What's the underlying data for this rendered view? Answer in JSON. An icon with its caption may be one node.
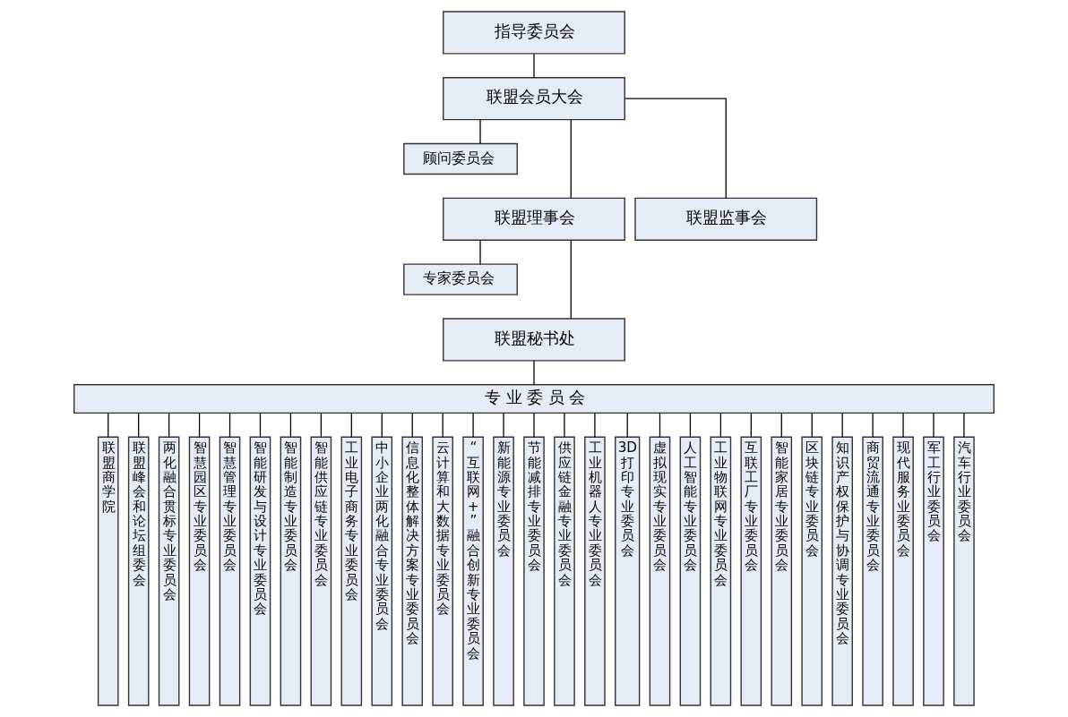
{
  "diagram": {
    "nodes": [
      {
        "text": [
          "指导委员会"
        ]
      },
      {
        "text": [
          "联盟会员大会"
        ]
      },
      {
        "text": [
          "顾问委员会"
        ]
      },
      {
        "text": [
          "联盟理事会"
        ]
      },
      {
        "text": [
          "联盟监事会"
        ]
      },
      {
        "text": [
          "专家委员会"
        ]
      },
      {
        "text": [
          "联盟秘书处"
        ]
      },
      {
        "text": [
          "专 业 委 员 会"
        ]
      },
      {
        "text": [
          "联盟商学院"
        ]
      },
      {
        "text": [
          "联盟峰会和论坛组委会"
        ]
      },
      {
        "text": [
          "两化融合贯标专业委员会"
        ]
      },
      {
        "text": [
          "智慧园区专业委员会"
        ]
      },
      {
        "text": [
          "智慧管理专业委员会"
        ]
      },
      {
        "text": [
          "智能研发与设计专业委员会"
        ]
      },
      {
        "text": [
          "智能制造专业委员会"
        ]
      },
      {
        "text": [
          "智能供应链专业委员会"
        ]
      },
      {
        "text": [
          "工业电子商务专业委员会"
        ]
      },
      {
        "text": [
          "中小企业两化融合专业委员会"
        ]
      },
      {
        "text": [
          "信息化整体解决方案专业委员会"
        ]
      },
      {
        "text": [
          "云计算和大数据专业委员会"
        ]
      },
      {
        "text": [
          "“互联网+”融合创新专业委员会"
        ]
      },
      {
        "text": [
          "新能源专业委员会"
        ]
      },
      {
        "text": [
          "节能减排专业委员会"
        ]
      },
      {
        "text": [
          "供应链金融专业委员会"
        ]
      },
      {
        "text": [
          "工业机器人专业委员会"
        ]
      },
      {
        "text": [
          "3D打印专业委员会"
        ]
      },
      {
        "text": [
          "虚拟现实专业委员会"
        ]
      },
      {
        "text": [
          "人工智能专业委员会"
        ]
      },
      {
        "text": [
          "工业物联网专业委员会"
        ]
      },
      {
        "text": [
          "互联工厂专业委员会"
        ]
      },
      {
        "text": [
          "智能家居专业委员会"
        ]
      },
      {
        "text": [
          "区块链专业委员会"
        ]
      },
      {
        "text": [
          "知识产权保护与协调专业委员会"
        ]
      },
      {
        "text": [
          "商贸流通专业委员会"
        ]
      },
      {
        "text": [
          "现代服务业委员会"
        ]
      },
      {
        "text": [
          "军工行业委员会"
        ]
      },
      {
        "text": [
          "汽车行业委员会"
        ]
      }
    ],
    "edges": [
      {
        "from": 0,
        "to": 1,
        "arrow": "none"
      },
      {
        "from": 1,
        "to": 2,
        "arrow": "none"
      },
      {
        "from": 1,
        "to": 3,
        "arrow": "none"
      },
      {
        "from": 1,
        "to": 4,
        "arrow": "none"
      },
      {
        "from": 3,
        "to": 5,
        "arrow": "none"
      },
      {
        "from": 3,
        "to": 6,
        "arrow": "none"
      },
      {
        "from": 6,
        "to": 7,
        "arrow": "none"
      },
      {
        "from": 7,
        "to": 8,
        "arrow": "none"
      },
      {
        "from": 7,
        "to": 9,
        "arrow": "none"
      },
      {
        "from": 7,
        "to": 10,
        "arrow": "none"
      },
      {
        "from": 7,
        "to": 11,
        "arrow": "none"
      },
      {
        "from": 7,
        "to": 12,
        "arrow": "none"
      },
      {
        "from": 7,
        "to": 13,
        "arrow": "none"
      },
      {
        "from": 7,
        "to": 14,
        "arrow": "none"
      },
      {
        "from": 7,
        "to": 15,
        "arrow": "none"
      },
      {
        "from": 7,
        "to": 16,
        "arrow": "none"
      },
      {
        "from": 7,
        "to": 17,
        "arrow": "none"
      },
      {
        "from": 7,
        "to": 18,
        "arrow": "none"
      },
      {
        "from": 7,
        "to": 19,
        "arrow": "none"
      },
      {
        "from": 7,
        "to": 20,
        "arrow": "none"
      },
      {
        "from": 7,
        "to": 21,
        "arrow": "none"
      },
      {
        "from": 7,
        "to": 22,
        "arrow": "none"
      },
      {
        "from": 7,
        "to": 23,
        "arrow": "none"
      },
      {
        "from": 7,
        "to": 24,
        "arrow": "none"
      },
      {
        "from": 7,
        "to": 25,
        "arrow": "none"
      },
      {
        "from": 7,
        "to": 26,
        "arrow": "none"
      },
      {
        "from": 7,
        "to": 27,
        "arrow": "none"
      },
      {
        "from": 7,
        "to": 28,
        "arrow": "none"
      },
      {
        "from": 7,
        "to": 29,
        "arrow": "none"
      },
      {
        "from": 7,
        "to": 30,
        "arrow": "none"
      },
      {
        "from": 7,
        "to": 31,
        "arrow": "none"
      },
      {
        "from": 7,
        "to": 32,
        "arrow": "none"
      },
      {
        "from": 7,
        "to": 33,
        "arrow": "none"
      },
      {
        "from": 7,
        "to": 34,
        "arrow": "none"
      },
      {
        "from": 7,
        "to": 35,
        "arrow": "none"
      },
      {
        "from": 7,
        "to": 36,
        "arrow": "none"
      }
    ]
  }
}
